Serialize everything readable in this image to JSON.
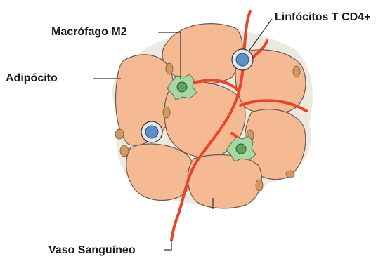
{
  "labels": {
    "macrophage": "Macrófago M2",
    "adipocyte": "Adipócito",
    "lymphocytes": "Linfócitos T CD4+",
    "blood_vessel": "Vaso Sanguíneo"
  },
  "colors": {
    "adipocyte_fill": "#f5b993",
    "adipocyte_stroke": "#6b5a4e",
    "nucleus_fill": "#d4995f",
    "vessel": "#e8452c",
    "lymphocyte_outer": "#e6e6e6",
    "lymphocyte_core": "#5e8fc6",
    "macrophage_fill": "#a9d6a4",
    "macrophage_core": "#5fa35a",
    "leader_line": "#333333"
  }
}
